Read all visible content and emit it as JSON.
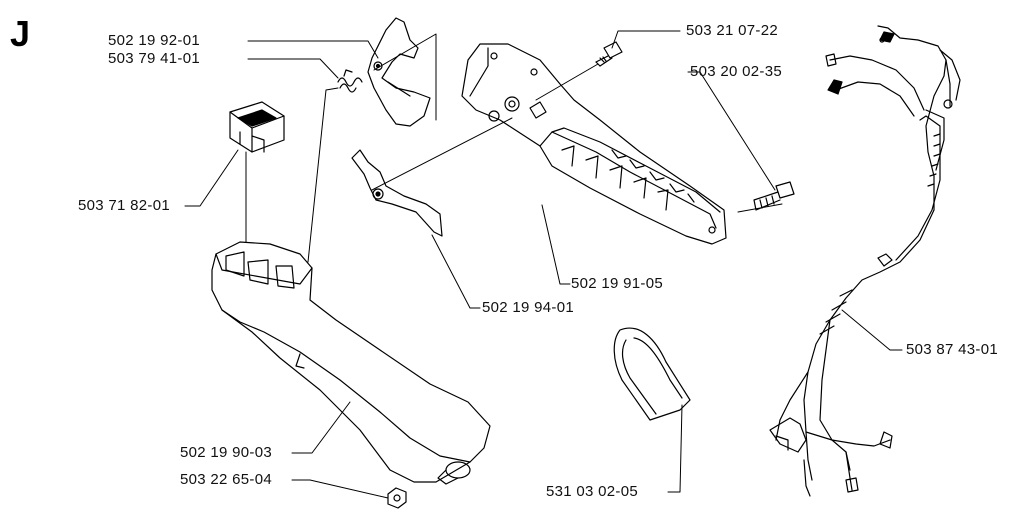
{
  "diagram": {
    "section_letter": "J",
    "line_color": "#000000",
    "background": "#ffffff",
    "parts": [
      {
        "id": "p1",
        "number": "502 19 92-01",
        "depicts": "throttle-trigger"
      },
      {
        "id": "p2",
        "number": "503 79 41-01",
        "depicts": "spring"
      },
      {
        "id": "p3",
        "number": "503 71 82-01",
        "depicts": "stop-switch"
      },
      {
        "id": "p4",
        "number": "503 21 07-22",
        "depicts": "screw"
      },
      {
        "id": "p5",
        "number": "503 20 02-35",
        "depicts": "bolt"
      },
      {
        "id": "p6",
        "number": "502 19 91-05",
        "depicts": "handle-half-upper"
      },
      {
        "id": "p7",
        "number": "502 19 94-01",
        "depicts": "throttle-lockout"
      },
      {
        "id": "p8",
        "number": "502 19 90-03",
        "depicts": "handle-half-lower"
      },
      {
        "id": "p9",
        "number": "503 22 65-04",
        "depicts": "nut"
      },
      {
        "id": "p10",
        "number": "531 03 02-05",
        "depicts": "clip"
      },
      {
        "id": "p11",
        "number": "503 87 43-01",
        "depicts": "wiring-harness"
      }
    ]
  }
}
